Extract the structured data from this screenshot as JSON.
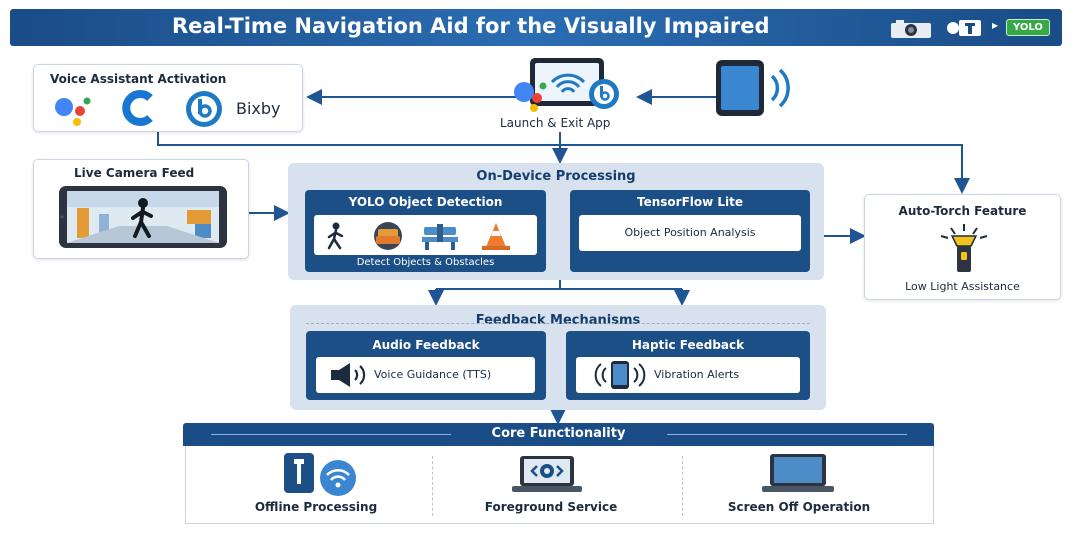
{
  "title": "Real-Time Navigation Aid for the Visually Impaired",
  "title_badges": {
    "yolo": "YOLO"
  },
  "voice": {
    "title": "Voice Assistant Activation",
    "bixby": "Bixby"
  },
  "launch": {
    "label": "Launch & Exit App"
  },
  "camera": {
    "title": "Live Camera Feed"
  },
  "processing": {
    "title": "On-Device Processing",
    "yolo": {
      "title": "YOLO Object Detection",
      "caption": "Detect Objects & Obstacles"
    },
    "tflite": {
      "title": "TensorFlow Lite",
      "caption": "Object Position Analysis"
    }
  },
  "torch": {
    "title": "Auto-Torch Feature",
    "caption": "Low Light Assistance"
  },
  "feedback": {
    "title": "Feedback Mechanisms",
    "audio": {
      "title": "Audio Feedback",
      "caption": "Voice Guidance (TTS)"
    },
    "haptic": {
      "title": "Haptic Feedback",
      "caption": "Vibration Alerts"
    }
  },
  "core": {
    "title": "Core Functionality",
    "items": [
      "Offline Processing",
      "Foreground Service",
      "Screen Off Operation"
    ]
  },
  "colors": {
    "navy": "#1d4f87",
    "panel": "#d7e2ee",
    "arrow": "#1f5592",
    "google_blue": "#4285f4",
    "google_red": "#ea4335",
    "google_yellow": "#fbbc05",
    "google_green": "#34a853",
    "bixby": "#1e7ac2"
  },
  "icons": [
    "camera-icon",
    "tensorflow-icon",
    "google-assistant-icon",
    "cortana-icon",
    "bixby-icon",
    "tablet-wifi-icon",
    "phone-signal-icon",
    "walking-person-icon",
    "flashlight-icon",
    "speaker-icon",
    "vibrating-phone-icon",
    "wifi-chip-icon",
    "gear-laptop-icon",
    "laptop-icon"
  ]
}
